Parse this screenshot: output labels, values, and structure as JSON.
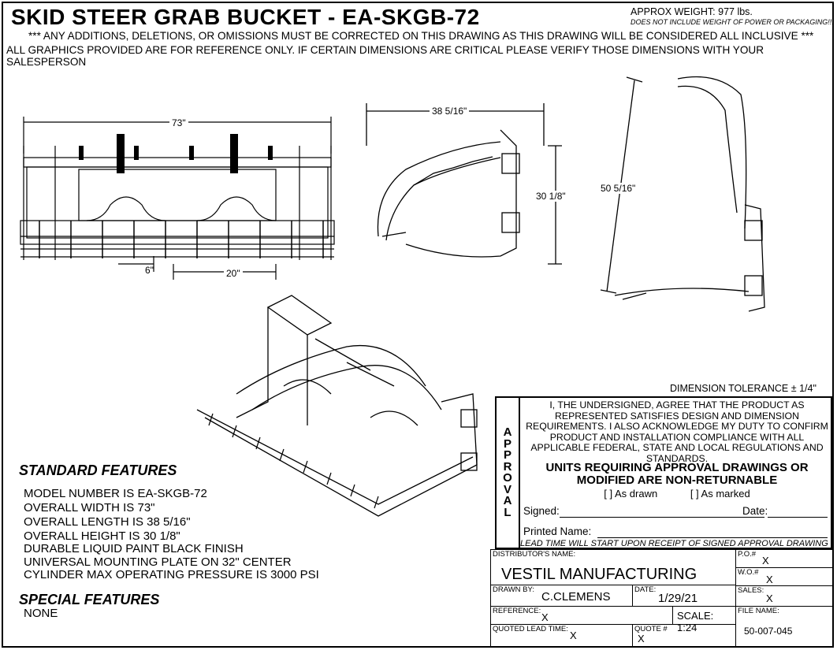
{
  "header": {
    "title": "SKID STEER GRAB BUCKET - EA-SKGB-72",
    "approx_weight": "APPROX WEIGHT: 977 lbs.",
    "weight_note": "DOES NOT INCLUDE WEIGHT OF POWER OR PACKAGING!!!",
    "note_line1": "*** ANY ADDITIONS, DELETIONS, OR OMISSIONS MUST BE CORRECTED ON THIS DRAWING AS THIS DRAWING WILL BE CONSIDERED ALL INCLUSIVE ***",
    "note_line2": "ALL GRAPHICS PROVIDED ARE FOR REFERENCE ONLY. IF CERTAIN DIMENSIONS ARE CRITICAL PLEASE VERIFY THOSE DIMENSIONS WITH YOUR SALESPERSON"
  },
  "dimensions": {
    "front_width": "73\"",
    "tine_spacing": "6\"",
    "center_spacing": "20\"",
    "side_length": "38 5/16\"",
    "side_height": "30 1/8\"",
    "open_height": "50 5/16\""
  },
  "tolerance": "DIMENSION TOLERANCE ± 1/4\"",
  "standard_features": {
    "heading": "STANDARD FEATURES",
    "items": [
      "MODEL NUMBER IS EA-SKGB-72",
      "OVERALL WIDTH IS  73\"",
      "OVERALL LENGTH IS  38 5/16\"",
      "OVERALL HEIGHT IS  30 1/8\"",
      "DURABLE LIQUID PAINT BLACK FINISH",
      "UNIVERSAL MOUNTING PLATE ON 32\" CENTER",
      "CYLINDER MAX OPERATING PRESSURE IS 3000 PSI"
    ]
  },
  "special_features": {
    "heading": "SPECIAL FEATURES",
    "items": [
      "NONE"
    ]
  },
  "approval": {
    "vertical_label": "APPROVAL",
    "statement": "I, THE UNDERSIGNED, AGREE THAT THE PRODUCT AS REPRESENTED SATISFIES DESIGN AND DIMENSION REQUIREMENTS. I ALSO ACKNOWLEDGE MY DUTY TO CONFIRM PRODUCT AND INSTALLATION COMPLIANCE WITH ALL APPLICABLE FEDERAL, STATE AND LOCAL REGULATIONS AND STANDARDS.",
    "warning": "UNITS REQUIRING APPROVAL DRAWINGS OR MODIFIED ARE NON-RETURNABLE",
    "option_drawn": "[ ] As drawn",
    "option_marked": "[ ] As marked",
    "signed_label": "Signed:",
    "date_label": "Date:",
    "printed_label": "Printed Name:",
    "lead_time_note": "LEAD TIME WILL START UPON RECEIPT OF SIGNED APPROVAL DRAWING"
  },
  "title_block": {
    "distributor_label": "DISTRIBUTOR'S NAME:",
    "distributor": "VESTIL MANUFACTURING",
    "po_label": "P.O.#",
    "po": "X",
    "wo_label": "W.O.#",
    "wo": "X",
    "drawn_by_label": "DRAWN BY:",
    "drawn_by": "C.CLEMENS",
    "date_label": "DATE:",
    "date": "1/29/21",
    "sales_label": "SALES:",
    "sales": "X",
    "reference_label": "REFERENCE:",
    "reference": "X",
    "scale": "SCALE: 1:24",
    "file_label": "FILE NAME:",
    "file": "50-007-045",
    "lead_label": "QUOTED LEAD TIME:",
    "lead": "X",
    "quote_label": "QUOTE #",
    "quote": "X"
  }
}
